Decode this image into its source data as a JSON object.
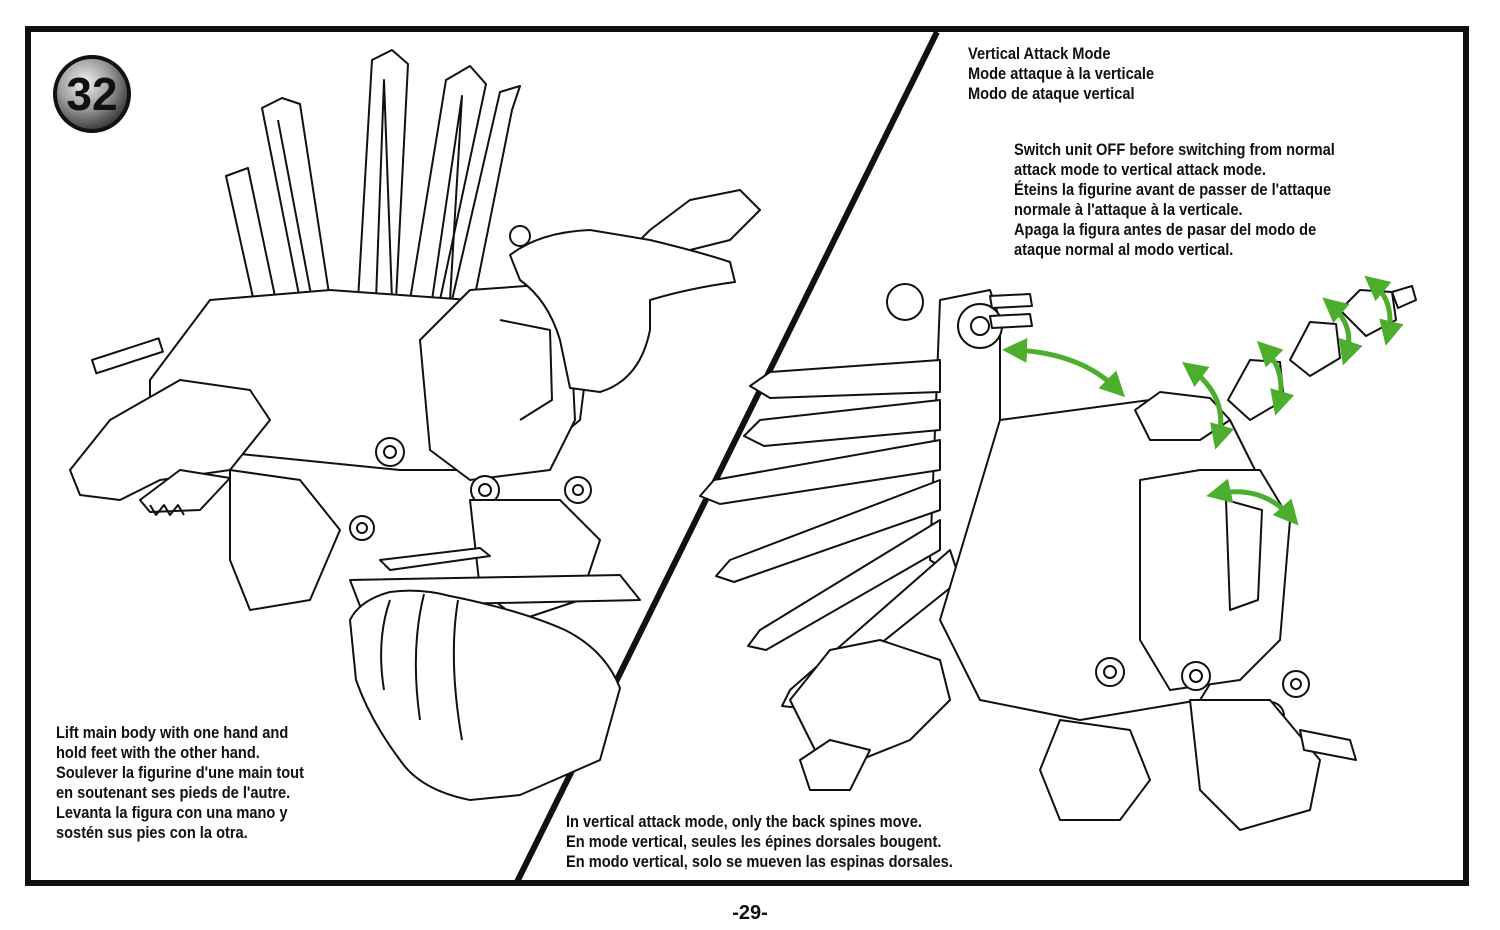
{
  "step": {
    "number": "32"
  },
  "vertical_mode": {
    "title_lines": [
      "Vertical Attack Mode",
      "Mode attaque à la verticale",
      "Modo de ataque vertical"
    ]
  },
  "switch_note": {
    "lines": [
      "Switch unit OFF before switching from normal",
      "attack mode to vertical attack mode.",
      "Éteins la figurine avant de passer de l'attaque",
      "normale à l'attaque à la verticale.",
      "Apaga la figura antes de pasar del modo de",
      "ataque normal al modo vertical."
    ]
  },
  "lift_note": {
    "lines": [
      "Lift main body with one hand and",
      "hold feet with the other hand.",
      "Soulever la figurine d'une main tout",
      "en soutenant ses pieds de l'autre.",
      "Levanta la figura con una mano y",
      "sostén sus pies con la otra."
    ]
  },
  "spines_note": {
    "lines": [
      "In vertical attack mode, only the back spines move.",
      "En mode vertical, seules les épines dorsales bougent.",
      "En modo vertical, solo se mueven las espinas dorsales."
    ]
  },
  "page": {
    "number": "-29-"
  },
  "colors": {
    "ink": "#111111",
    "arrow_green": "#4cae2c",
    "paper": "#ffffff"
  },
  "illustrations": {
    "left": "figure-held-by-hands",
    "right": "figure-vertical-attack-mode-with-motion-arrows"
  }
}
